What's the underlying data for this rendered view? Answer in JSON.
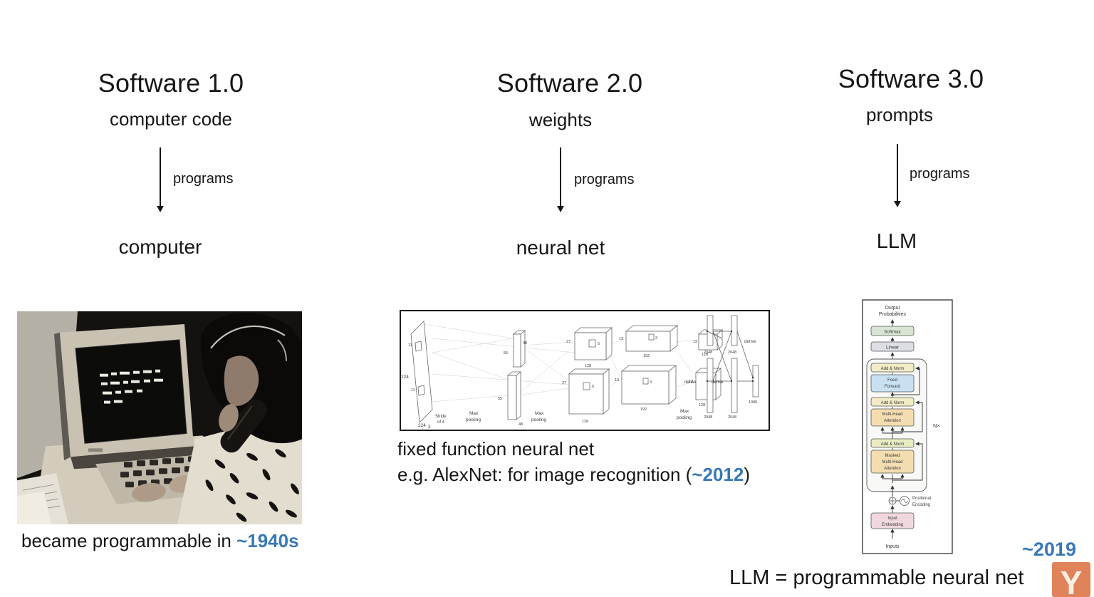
{
  "columns": [
    {
      "title": "Software 1.0",
      "input": "computer code",
      "arrow_label": "programs",
      "output": "computer",
      "caption_prefix": "became programmable in ",
      "caption_year": "~1940s"
    },
    {
      "title": "Software 2.0",
      "input": "weights",
      "arrow_label": "programs",
      "output": "neural net",
      "caption_line1": "fixed function neural net",
      "caption_line2_prefix": "e.g. AlexNet: for image recognition (",
      "caption_year": "~2012",
      "caption_line2_suffix": ")"
    },
    {
      "title": "Software 3.0",
      "input": "prompts",
      "arrow_label": "programs",
      "output": "LLM",
      "caption_year": "~2019",
      "caption": "LLM = programmable neural net"
    }
  ],
  "colors": {
    "highlight_blue": "#3878b6",
    "text": "#161616",
    "logo_orange": "#e0835a"
  },
  "logo": {
    "letter": "Y"
  },
  "alexnet": {
    "n224": "224",
    "n11": "11",
    "n3": "3",
    "stride_l1": "Stride",
    "stride_l2": "of 4",
    "n55": "55",
    "n48": "48",
    "max_l1": "Max",
    "max_l2": "pooling",
    "n27": "27",
    "n5": "5",
    "n128": "128",
    "n13": "13",
    "n192": "192",
    "n2048": "2048",
    "n1000": "1000",
    "dense": "dense"
  },
  "transformer": {
    "out1": "Output",
    "out2": "Probabilities",
    "softmax": "Softmax",
    "linear": "Linear",
    "addnorm": "Add & Norm",
    "ff1": "Feed",
    "ff2": "Forward",
    "mha1": "Multi-Head",
    "mha2": "Attention",
    "masked1": "Masked",
    "masked2": "Multi-Head",
    "masked3": "Attention",
    "nx": "N×",
    "pos1": "Positional",
    "pos2": "Encoding",
    "emb1": "Input",
    "emb2": "Embedding",
    "inputs": "Inputs"
  }
}
